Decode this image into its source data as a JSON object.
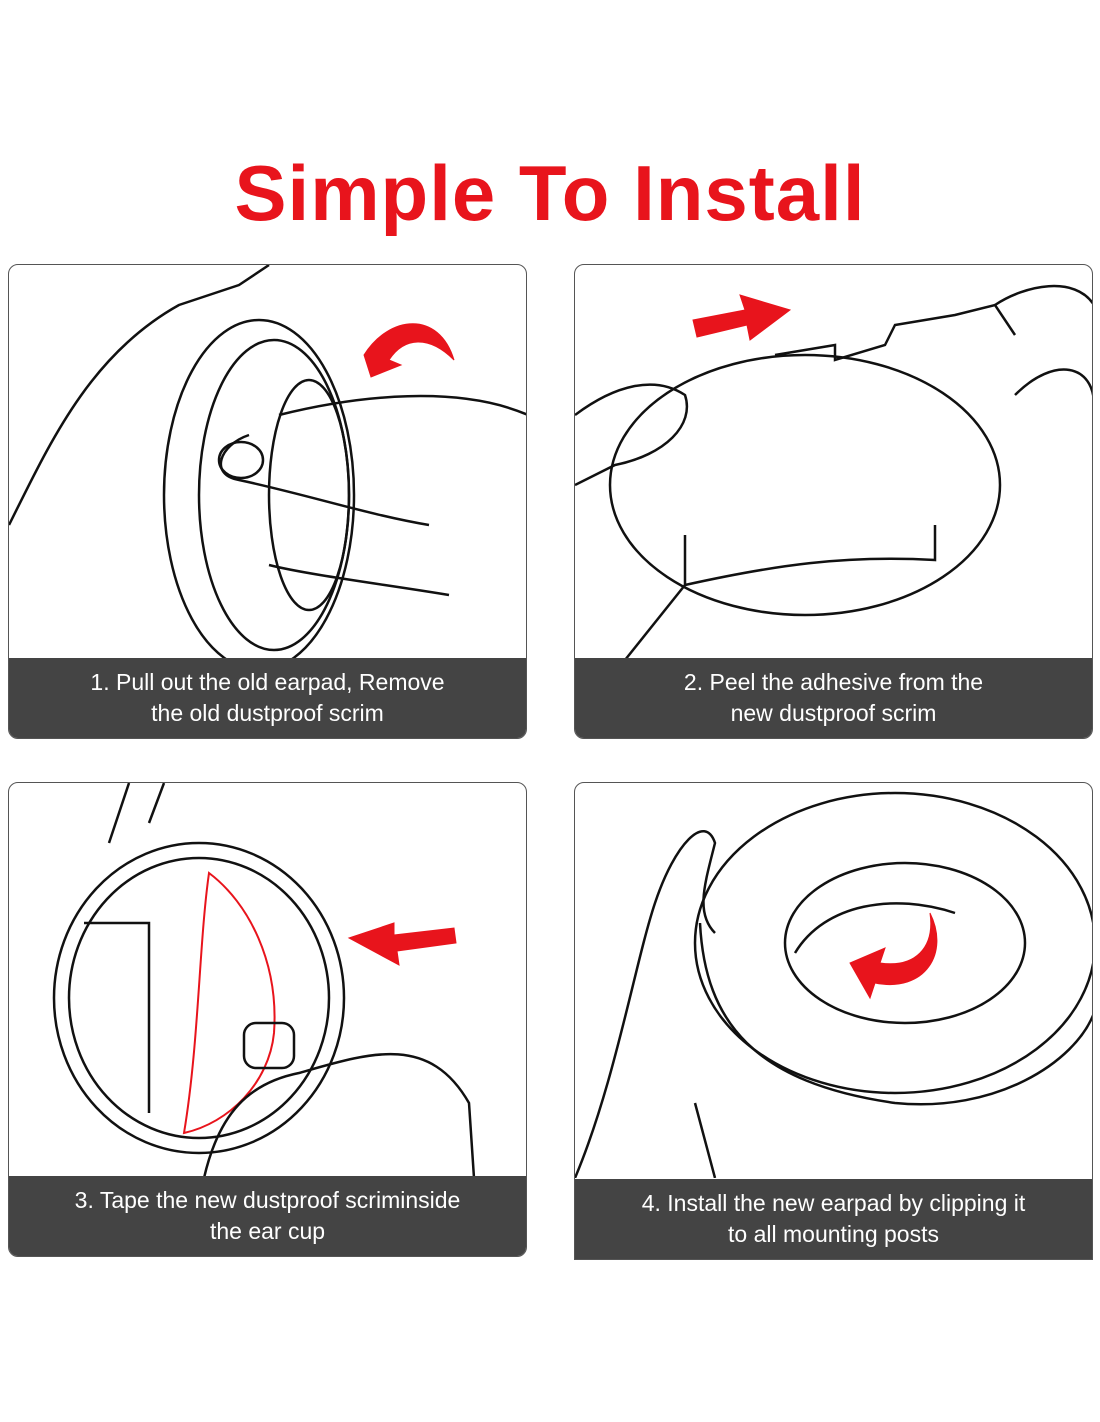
{
  "title": "Simple To Install",
  "steps": [
    {
      "line1": "1. Pull out the old earpad, Remove",
      "line2": "the old dustproof scrim"
    },
    {
      "line1": "2. Peel the adhesive from the",
      "line2": "new dustproof scrim"
    },
    {
      "line1": "3. Tape the new dustproof scriminside",
      "line2": "the ear cup"
    },
    {
      "line1": "4. Install the new earpad by clipping it",
      "line2": "to all mounting posts"
    }
  ],
  "colors": {
    "accent": "#e8141c",
    "caption_bg": "#444444"
  }
}
